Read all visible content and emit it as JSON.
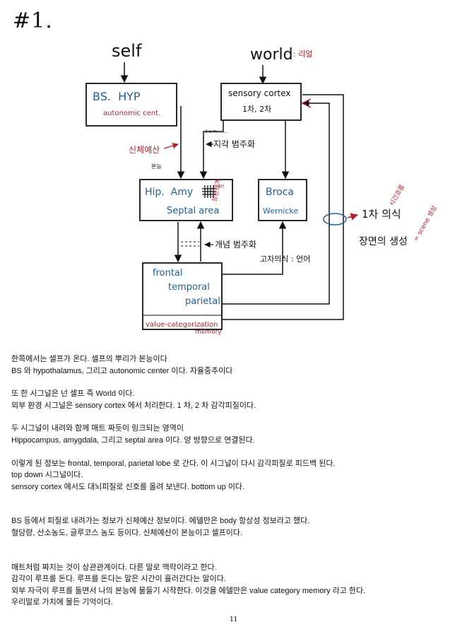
{
  "page_title": "#1.",
  "diagram": {
    "self": "self",
    "world": "world",
    "world_note": ": 리얼",
    "bs_hyp": "BS.  HYP",
    "autonomic": "autonomic cent.",
    "sensory_cortex": "sensory cortex",
    "sensory_order": "1차, 2차",
    "small_marks": "2.a.m........",
    "body_budget": "신체예산",
    "body_budget_sub": "본능",
    "perceptual_cat": "지각 범주화",
    "hip_amy": "Hip.  Amy",
    "septal": "Septal area",
    "corr_top": "매트",
    "corr": "상관관계",
    "broca": "Broca",
    "wernicke": "Wernicke",
    "concept_cat": "개념 범주화",
    "higher_cons": "고차의식 : 언어",
    "frontal": "frontal",
    "temporal": "temporal",
    "parietal": "parietal",
    "value_cat": "value-categorization",
    "memory": "memory",
    "primary_cons": "1차 의식",
    "time_flow": "시간흐름",
    "scene_gen": "장면의 생성",
    "scene_side": "= scene 생성"
  },
  "paragraphs": [
    [
      "한쪽에서는 셀프가 온다. 셀프의 뿌리가 본능이다",
      "BS 와  hypothalamus,  그리고  autonomic center 이다.   자율중추이다"
    ],
    [
      "또 한 시그널은 넌 셀프 즉 World 이다.",
      "외부 환경 시그널은  sensory  cortex  에서 처리한다. 1 차, 2 차 감각피질이다."
    ],
    [
      "두 시그널이 내려와 함께 매트 짜듯이 링크되는 영역이",
      "Hippocampus, amygdala, 그리고 septal area 이다. 양 방향으로 연결된다."
    ],
    [
      "이렇게 된 정보는  frontal, temporal, parietal lobe 로 간다. 이 시그널이 다시 감각피질로 피드백 된다.",
      "top down 시그널이다.",
      "sensory cortex 에서도 대뇌피질로 신호를 올려 보낸다. bottom up 이다."
    ],
    [
      "BS 등에서 피질로 내려가는 정보가 신체예산 정보이다. 에델만은 body 항상성 정보라고 했다.",
      "혈당량, 산소농도, 글루코스 농도 등이다. 신체예산이 본능이고 셀프이다."
    ],
    [
      "매트처럼 짜지는 것이 상관관계이다. 다른 말로 맥락이라고 한다.",
      "감각이 루프를 돈다. 루프를 돈다는 말은 시간이 흘러간다는 말이다.",
      "외부 자극이 루프를 돌면서 나의 본능에 물들기 시작한다. 이것을 에델만은 value category memory 라고 한다.",
      "우리말로 가치에 물든 기억이다."
    ]
  ],
  "page_number": "11",
  "colors": {
    "ink": "#111111",
    "red_pen": "#b3202a",
    "blue_pen": "#1f5f9e"
  }
}
